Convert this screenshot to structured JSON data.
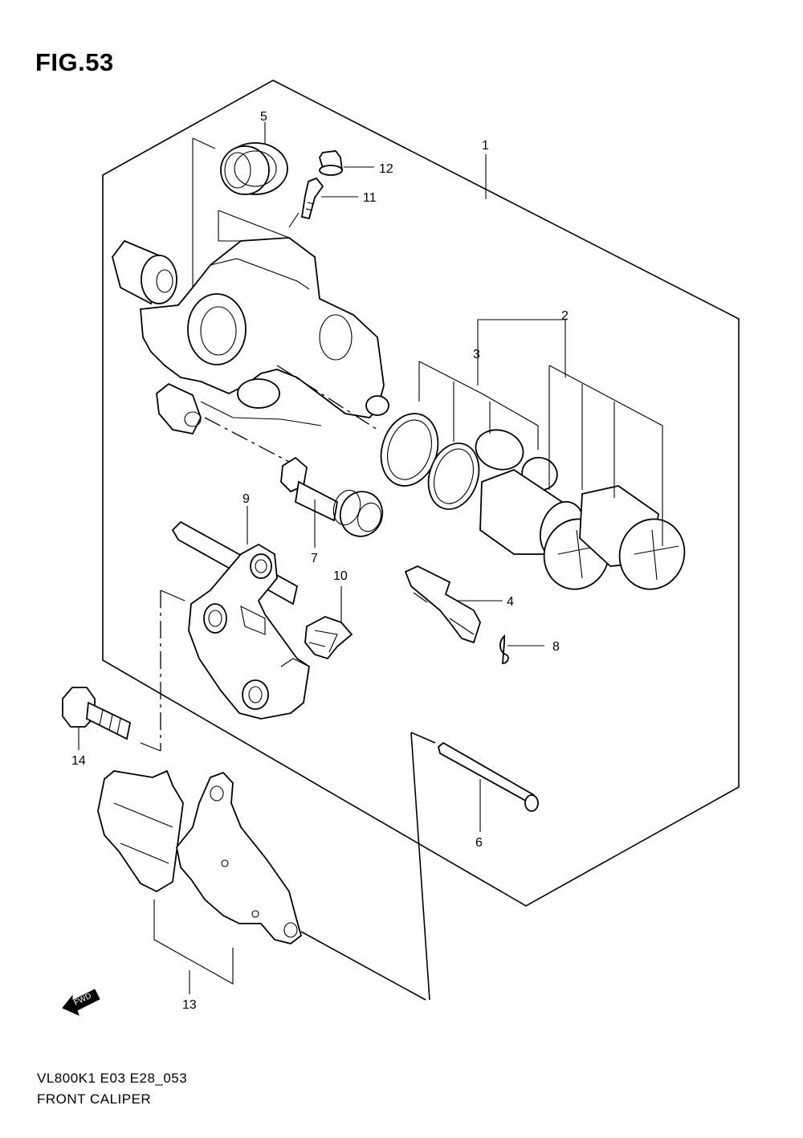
{
  "figure": {
    "title": "FIG.53",
    "model_code": "VL800K1 E03 E28_053",
    "name": "FRONT CALIPER"
  },
  "callouts": [
    "1",
    "2",
    "3",
    "4",
    "5",
    "6",
    "7",
    "8",
    "9",
    "10",
    "11",
    "12",
    "13",
    "14"
  ],
  "fwd_label": "FWD"
}
